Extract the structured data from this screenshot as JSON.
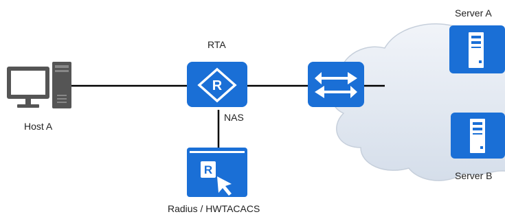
{
  "nodes": {
    "host_a": {
      "label": "Host A",
      "icon": "desktop-computer-icon"
    },
    "rta": {
      "label": "RTA",
      "icon": "router-icon"
    },
    "nas": {
      "label": "NAS"
    },
    "switch": {
      "icon": "switch-icon"
    },
    "aaa_server": {
      "label": "Radius / HWTACACS",
      "icon": "aaa-server-icon"
    },
    "server_a": {
      "label": "Server A",
      "icon": "server-icon"
    },
    "server_b": {
      "label": "Server B",
      "icon": "server-icon"
    }
  },
  "colors": {
    "device_blue": "#1a6fd6",
    "device_dark": "#0f57b8",
    "host_gray": "#555555",
    "cloud_fill": "#e6ecf4",
    "cloud_stroke": "#c6cfdb",
    "link": "#000000"
  }
}
